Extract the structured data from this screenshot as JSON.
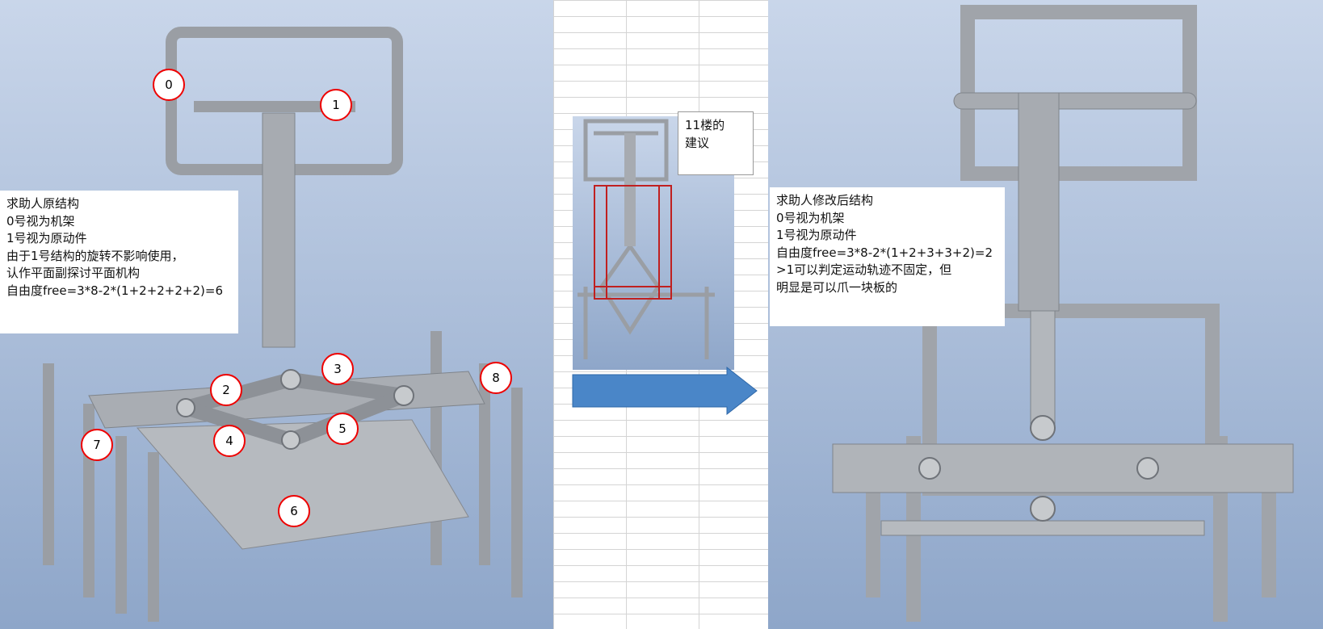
{
  "left_panel": {
    "note_lines": [
      "求助人原结构",
      "0号视为机架",
      "1号视为原动件",
      "由于1号结构的旋转不影响使用，",
      "认作平面副探讨平面机构",
      "自由度free=3*8-2*(1+2+2+2+2)=6"
    ],
    "part_labels": [
      "0",
      "1",
      "2",
      "3",
      "4",
      "5",
      "6",
      "7",
      "8"
    ]
  },
  "middle_panel": {
    "callout_lines": [
      "11楼的",
      "建议"
    ],
    "arrow_color": "#4a86c8"
  },
  "right_panel": {
    "note_lines": [
      "求助人修改后结构",
      "0号视为机架",
      "1号视为原动件",
      "自由度free=3*8-2*(1+2+3+3+2)=2",
      ">1可以判定运动轨迹不固定，但",
      "明显是可以爪一块板的"
    ]
  }
}
